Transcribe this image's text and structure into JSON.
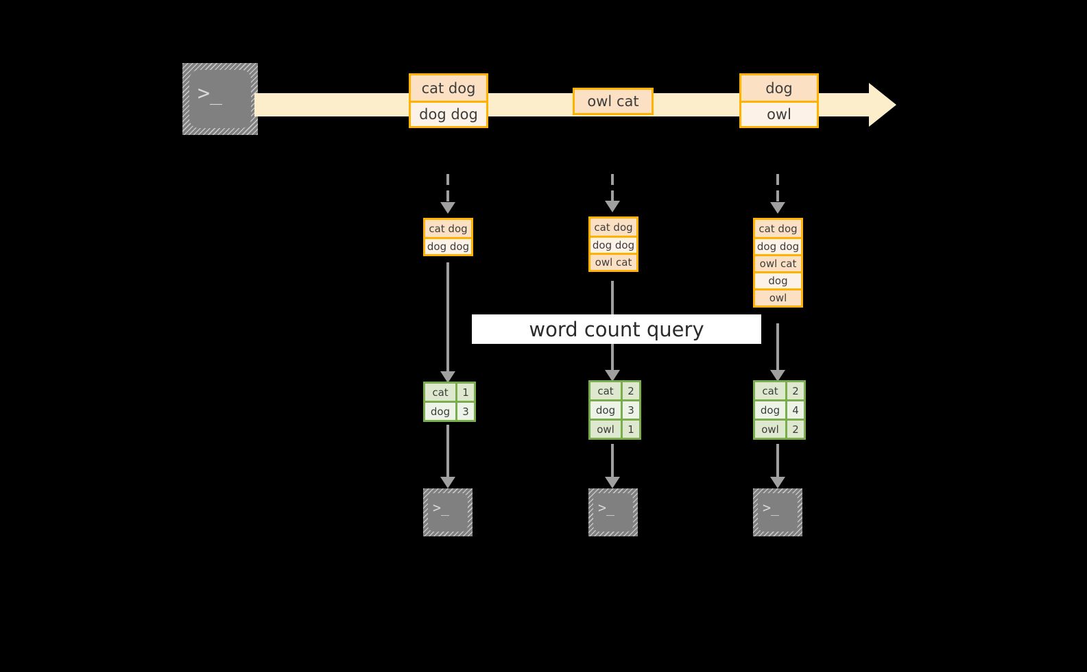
{
  "diagram": {
    "title_label": "word count query",
    "colors": {
      "background": "#000000",
      "stream_band": "#fdeecb",
      "record_border": "#ffb300",
      "record_fill_dark": "#fce0c4",
      "record_fill_light": "#fdf2e7",
      "table_border": "#7aad4c",
      "table_fill_dark": "#dde8ce",
      "table_fill_light": "#eef3e7",
      "connector": "#a0a0a0",
      "terminal_fill": "#808080",
      "label_fill": "#ffffff"
    },
    "source_terminal": {
      "icon": "terminal-prompt-icon",
      "glyph": ">_"
    },
    "stream": {
      "icon": "arrow-right-icon",
      "events": [
        {
          "name": "stream-event-1",
          "lines": [
            {
              "text": "cat dog",
              "shade": "dark"
            },
            {
              "text": "dog dog",
              "shade": "light"
            }
          ]
        },
        {
          "name": "stream-event-2",
          "lines": [
            {
              "text": "owl cat",
              "shade": "dark"
            }
          ]
        },
        {
          "name": "stream-event-3",
          "lines": [
            {
              "text": "dog",
              "shade": "dark"
            },
            {
              "text": "owl",
              "shade": "light"
            }
          ]
        }
      ]
    },
    "snapshots": [
      {
        "name": "snapshot-1",
        "input_rows": [
          {
            "text": "cat dog",
            "shade": "dark"
          },
          {
            "text": "dog dog",
            "shade": "light"
          }
        ],
        "result_rows": [
          {
            "word": "cat",
            "count": "1",
            "shade": "dark"
          },
          {
            "word": "dog",
            "count": "3",
            "shade": "light"
          }
        ],
        "sink": {
          "icon": "terminal-prompt-icon",
          "glyph": ">_"
        }
      },
      {
        "name": "snapshot-2",
        "input_rows": [
          {
            "text": "cat dog",
            "shade": "dark"
          },
          {
            "text": "dog dog",
            "shade": "light"
          },
          {
            "text": "owl cat",
            "shade": "dark"
          }
        ],
        "result_rows": [
          {
            "word": "cat",
            "count": "2",
            "shade": "dark"
          },
          {
            "word": "dog",
            "count": "3",
            "shade": "light"
          },
          {
            "word": "owl",
            "count": "1",
            "shade": "dark"
          }
        ],
        "sink": {
          "icon": "terminal-prompt-icon",
          "glyph": ">_"
        }
      },
      {
        "name": "snapshot-3",
        "input_rows": [
          {
            "text": "cat dog",
            "shade": "dark"
          },
          {
            "text": "dog dog",
            "shade": "light"
          },
          {
            "text": "owl cat",
            "shade": "dark"
          },
          {
            "text": "dog",
            "shade": "light"
          },
          {
            "text": "owl",
            "shade": "dark"
          }
        ],
        "result_rows": [
          {
            "word": "cat",
            "count": "2",
            "shade": "dark"
          },
          {
            "word": "dog",
            "count": "4",
            "shade": "light"
          },
          {
            "word": "owl",
            "count": "2",
            "shade": "dark"
          }
        ],
        "sink": {
          "icon": "terminal-prompt-icon",
          "glyph": ">_"
        }
      }
    ]
  }
}
